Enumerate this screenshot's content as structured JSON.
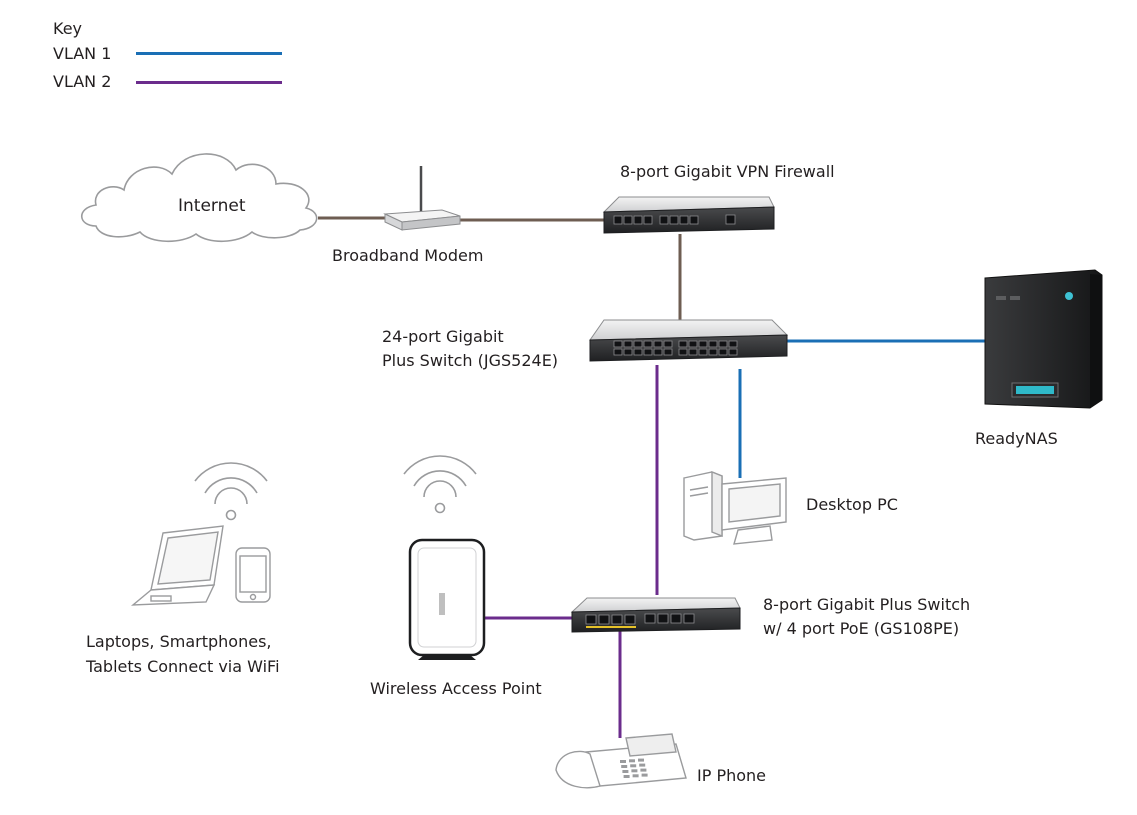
{
  "legend": {
    "title": "Key",
    "items": [
      {
        "label": "VLAN 1",
        "color": "#1a6fb5"
      },
      {
        "label": "VLAN 2",
        "color": "#6b2c8c"
      }
    ]
  },
  "link_colors": {
    "uplink": "#6e5d52"
  },
  "nodes": {
    "internet": "Internet",
    "modem": "Broadband Modem",
    "firewall": "8-port Gigabit VPN Firewall",
    "switch24": {
      "line1": "24-port Gigabit",
      "line2": "Plus  Switch (JGS524E)"
    },
    "nas": "ReadyNAS",
    "desktop": "Desktop PC",
    "switch8": {
      "line1": "8-port Gigabit Plus Switch",
      "line2": "w/ 4 port PoE (GS108PE)"
    },
    "wifi_clients": {
      "line1": "Laptops, Smartphones,",
      "line2": "Tablets Connect via WiFi"
    },
    "ap": "Wireless Access Point",
    "phone": "IP Phone"
  }
}
